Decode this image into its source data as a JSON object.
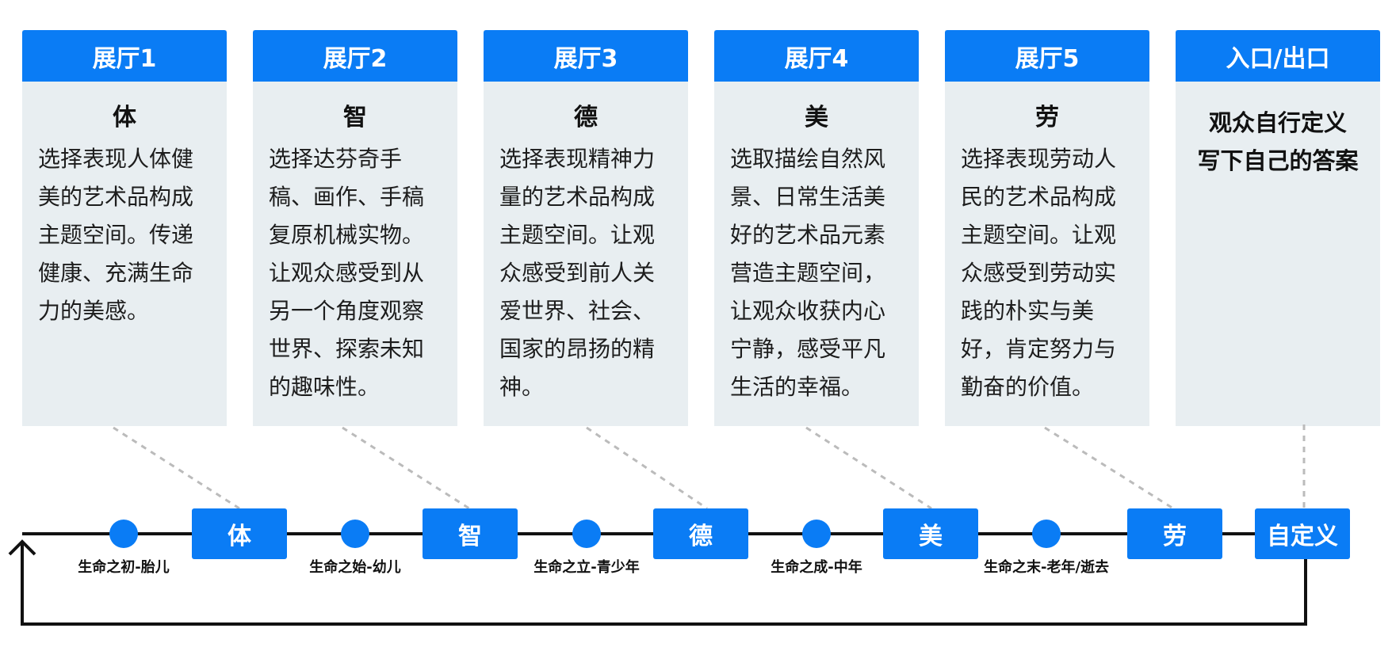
{
  "halls": [
    {
      "header": "展厅1",
      "title": "体",
      "description": "选择表现人体健美的艺术品构成主题空间。传递健康、充满生命力的美感。"
    },
    {
      "header": "展厅2",
      "title": "智",
      "description": "选择达芬奇手稿、画作、手稿复原机械实物。让观众感受到从另一个角度观察世界、探索未知的趣味性。"
    },
    {
      "header": "展厅3",
      "title": "德",
      "description": "选择表现精神力量的艺术品构成主题空间。让观众感受到前人关爱世界、社会、国家的昂扬的精神。"
    },
    {
      "header": "展厅4",
      "title": "美",
      "description": "选取描绘自然风景、日常生活美好的艺术品元素营造主题空间，让观众收获内心宁静，感受平凡生活的幸福。"
    },
    {
      "header": "展厅5",
      "title": "劳",
      "description": "选择表现劳动人民的艺术品构成主题空间。让观众感受到劳动实践的朴实与美好，肯定努力与勤奋的价值。"
    }
  ],
  "entrance": {
    "header": "入口/出口",
    "title_lines": [
      "观众自行定义",
      "写下自己的答案"
    ]
  },
  "timeline": {
    "boxes": [
      "体",
      "智",
      "德",
      "美",
      "劳",
      "自定义"
    ],
    "stages": [
      "生命之初-胎儿",
      "生命之始-幼儿",
      "生命之立-青少年",
      "生命之成-中年",
      "生命之末-老年/逝去"
    ]
  },
  "colors": {
    "accent": "#0a7cf5",
    "card_bg": "#e8eef1",
    "line": "#111111",
    "dashed": "#bbbbbb"
  }
}
